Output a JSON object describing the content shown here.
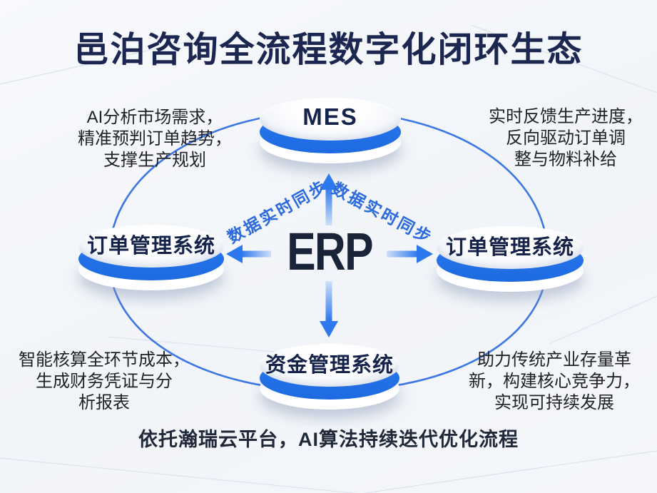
{
  "title": "邑泊咨询全流程数字化闭环生态",
  "center_label": "ERP",
  "nodes": {
    "top": {
      "label": "MES"
    },
    "left": {
      "label": "订单管理系统"
    },
    "right": {
      "label": "订单管理系统"
    },
    "bottom": {
      "label": "资金管理系统"
    }
  },
  "sync_labels": {
    "left": "数据实时同步",
    "right": "数据实时同步"
  },
  "annotations": {
    "top_left": {
      "lines": [
        "AI分析市场需求，",
        "精准预判订单趋势，",
        "支撑生产规划"
      ]
    },
    "top_right": {
      "lines": [
        "实时反馈生产进度，",
        "反向驱动订单调",
        "整与物料补给"
      ]
    },
    "bottom_left": {
      "lines": [
        "智能核算全环节成本，",
        "生成财务凭证与分",
        "析报表"
      ]
    },
    "bottom_right": {
      "lines": [
        "助力传统产业存量革",
        "新，构建核心竞争力，",
        "实现可持续发展"
      ]
    }
  },
  "footer": "依托瀚瑞云平台，AI算法持续迭代优化流程",
  "colors": {
    "title_text": "#1b2750",
    "node_text": "#15224a",
    "band_blue": "#2472e8",
    "arrow_blue": "#2e78ee",
    "sync_text_blue": "#2a6ade",
    "ring_blue": "#3170e2",
    "annotation_text": "#1f2126",
    "background": "#f3f5f9"
  }
}
